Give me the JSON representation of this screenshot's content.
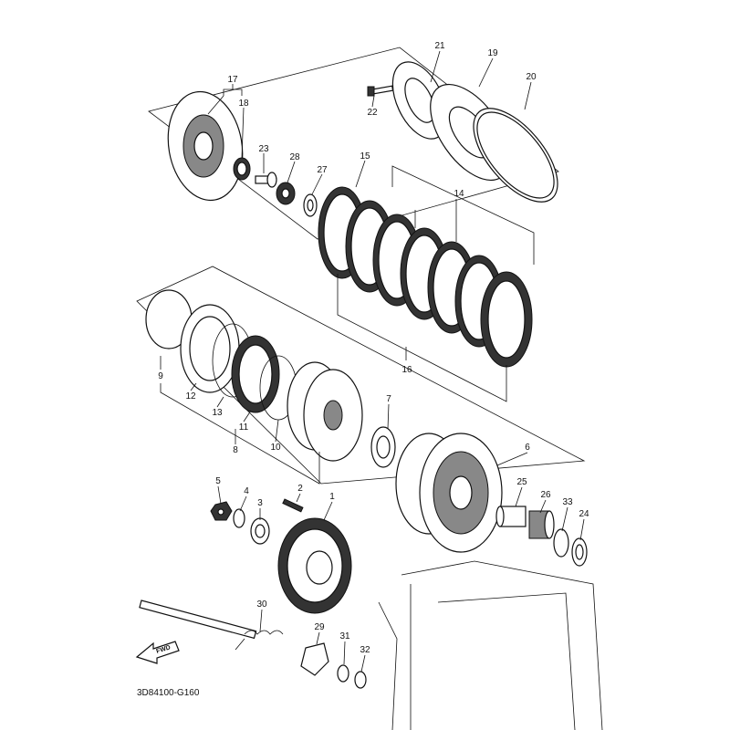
{
  "diagram": {
    "code": "3D84100-G160",
    "fwd_label": "FWD",
    "callouts": {
      "c1": "1",
      "c2": "2",
      "c3": "3",
      "c4": "4",
      "c5": "5",
      "c6": "6",
      "c7": "7",
      "c8": "8",
      "c9": "9",
      "c10": "10",
      "c11": "11",
      "c12": "12",
      "c13": "13",
      "c14": "14",
      "c15": "15",
      "c16": "16",
      "c17": "17",
      "c18": "18",
      "c19": "19",
      "c20": "20",
      "c21": "21",
      "c22": "22",
      "c23": "23",
      "c24": "24",
      "c25": "25",
      "c26": "26",
      "c27": "27",
      "c28": "28",
      "c29": "29",
      "c30": "30",
      "c31": "31",
      "c32": "32",
      "c33": "33"
    }
  }
}
